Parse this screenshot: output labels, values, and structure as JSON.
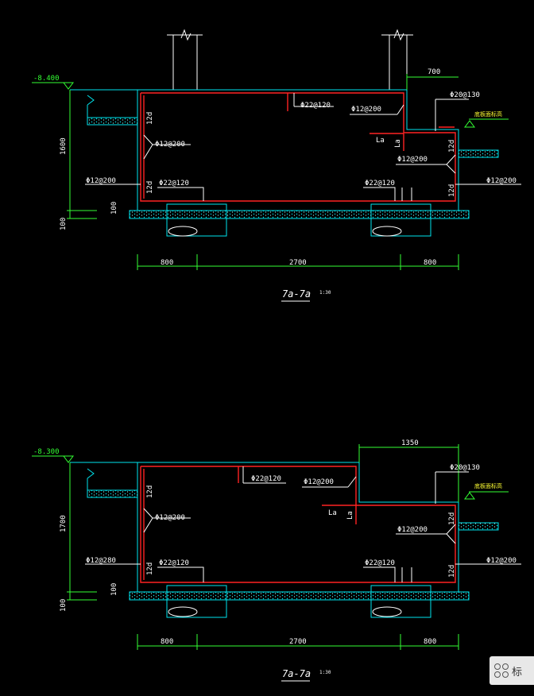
{
  "sections": [
    {
      "title": "7a-7a",
      "scale": "1:30",
      "elevation": "-8.400",
      "height_dim": "1600",
      "slab_dim": "100",
      "base_dim": "100",
      "step_dim": "700",
      "bottom_dims": [
        "800",
        "2700",
        "800"
      ],
      "rebar": {
        "top_bar": "Φ22@120",
        "top_right_bar": "Φ12@200",
        "step_bar": "Φ20@130",
        "step_note": "底板面标高",
        "left_wall": "Φ12@200",
        "right_wall": "Φ12@200",
        "left_ext": "Φ12@200",
        "right_ext": "Φ12@200",
        "bottom_left": "Φ22@120",
        "bottom_right": "Φ22@120",
        "anchor_1": "La",
        "anchor_2": "La",
        "hook_1": "12d",
        "hook_2": "12d",
        "hook_3": "12d",
        "hook_4": "12d"
      }
    },
    {
      "title": "7a-7a",
      "scale": "1:30",
      "elevation": "-8.300",
      "height_dim": "1700",
      "slab_dim": "100",
      "base_dim": "100",
      "step_dim": "1350",
      "bottom_dims": [
        "800",
        "2700",
        "800"
      ],
      "rebar": {
        "top_bar": "Φ22@120",
        "top_right_bar": "Φ12@200",
        "step_bar": "Φ20@130",
        "step_note": "底板面标高",
        "left_wall": "Φ12@200",
        "right_wall": "Φ12@200",
        "left_ext": "Φ12@280",
        "right_ext": "Φ12@200",
        "bottom_left": "Φ22@120",
        "bottom_right": "Φ22@120",
        "anchor_1": "La",
        "anchor_2": "La",
        "hook_1": "12d",
        "hook_2": "12d",
        "hook_3": "12d",
        "hook_4": "12d"
      }
    }
  ],
  "widget": {
    "label": "标",
    "icon": "grid-icon"
  },
  "colors": {
    "outline": "#00e5ee",
    "rebar": "#ff2222",
    "dimension": "#33ff33",
    "text": "#ffffff",
    "background": "#000000"
  }
}
